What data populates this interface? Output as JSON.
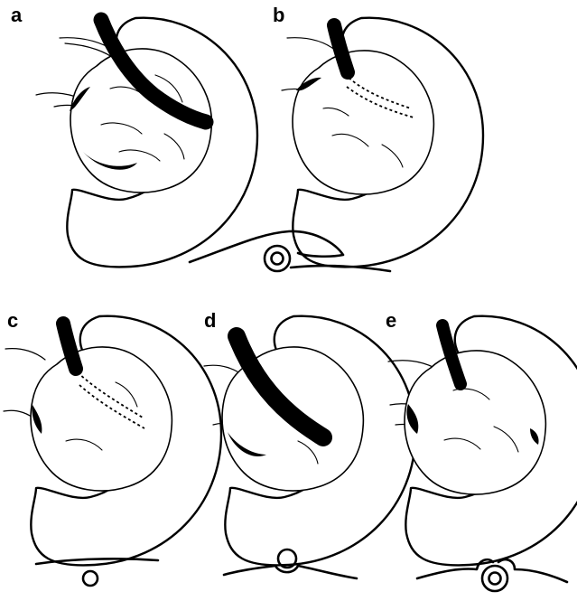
{
  "figure": {
    "panels": [
      {
        "id": "a",
        "label": "a"
      },
      {
        "id": "b",
        "label": "b"
      },
      {
        "id": "c",
        "label": "c"
      },
      {
        "id": "d",
        "label": "d"
      },
      {
        "id": "e",
        "label": "e"
      }
    ]
  },
  "colors": {
    "ink": "#000000",
    "background": "#ffffff"
  }
}
